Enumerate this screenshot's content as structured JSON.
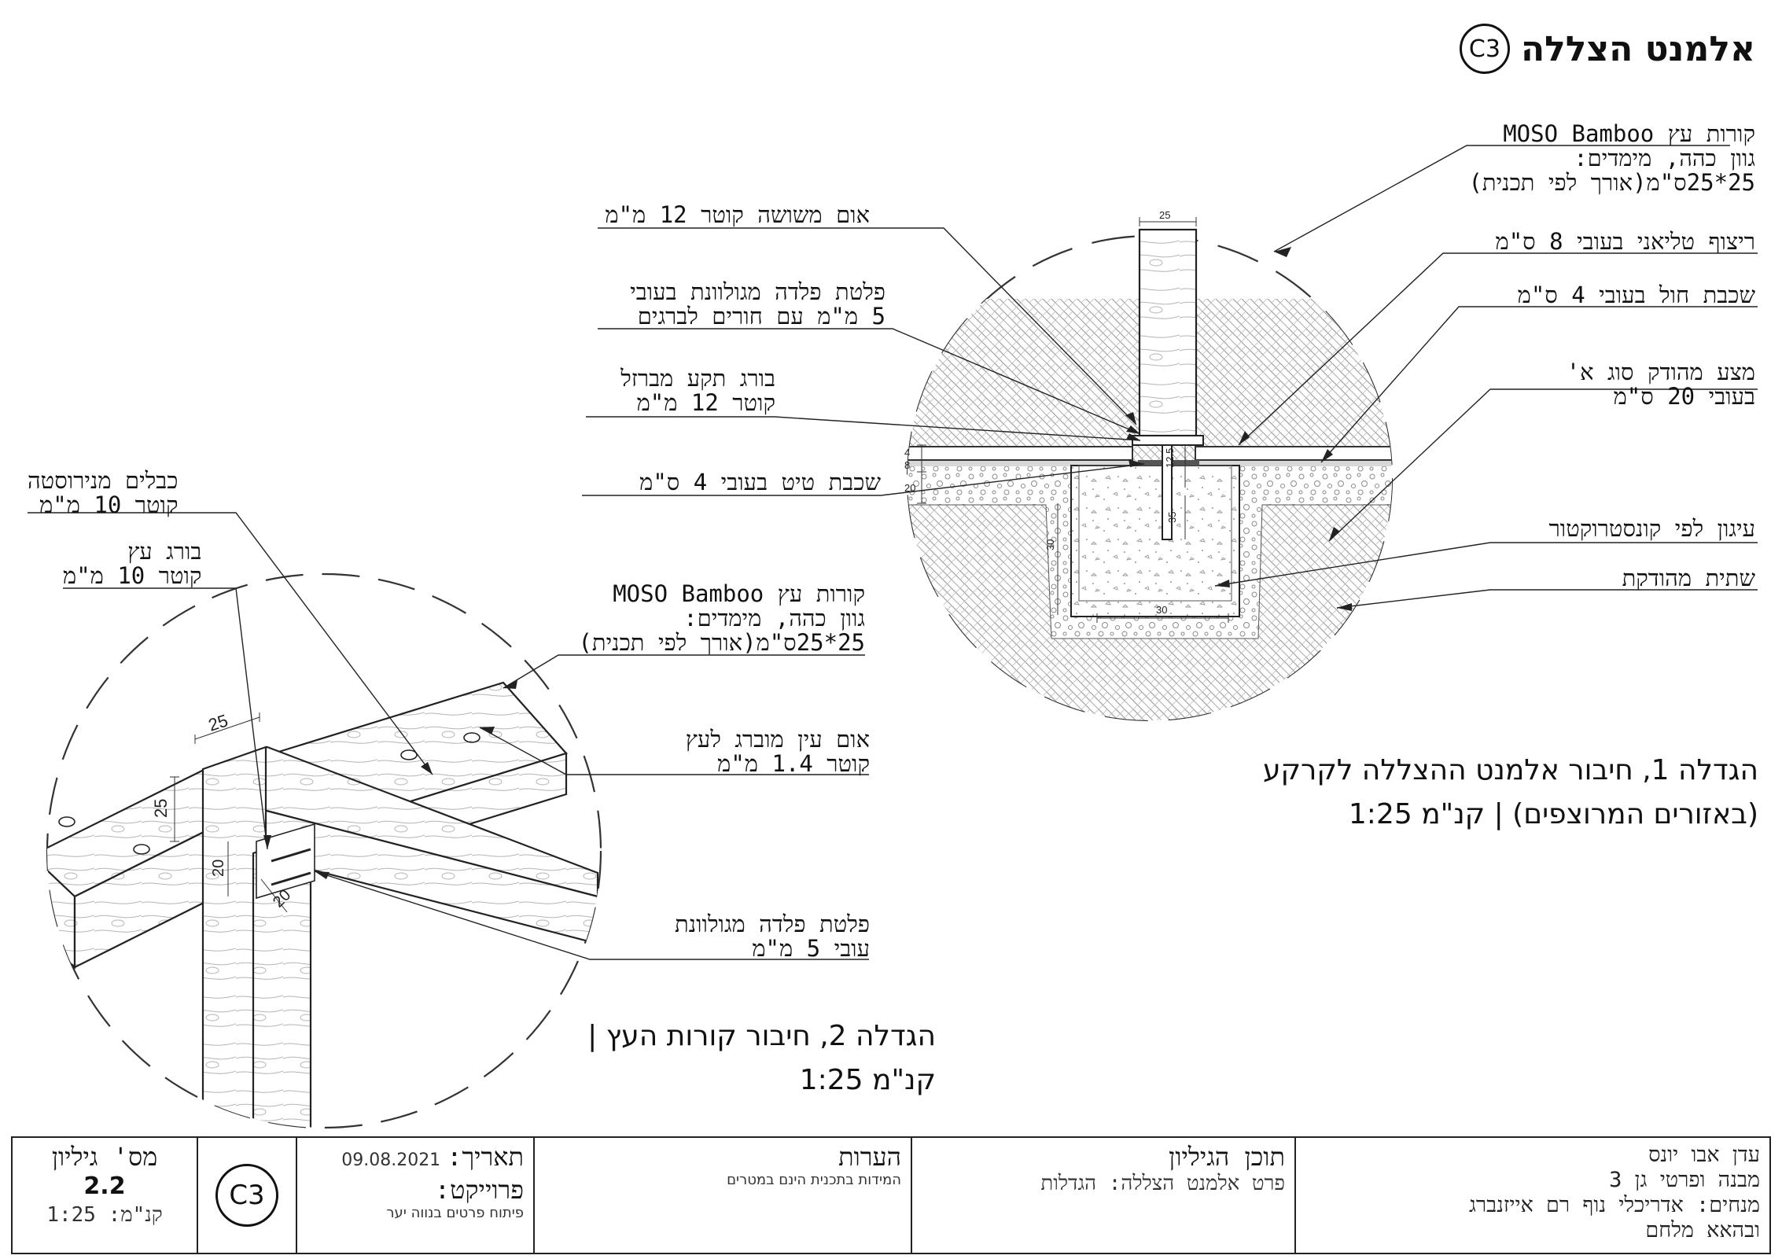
{
  "sheet": {
    "title": "אלמנט הצללה",
    "code": "C3"
  },
  "detail1": {
    "labels": [
      {
        "lines": [
          "קורות עץ MOSO Bamboo",
          "גוון כהה, מימדים:",
          "25*25ס\"מ(אורך לפי תכנית)"
        ]
      },
      {
        "lines": [
          "ריצוף טליאני בעובי 8 ס\"מ"
        ]
      },
      {
        "lines": [
          "שכבת חול בעובי 4 ס\"מ"
        ]
      },
      {
        "lines": [
          "מצע מהודק סוג א'",
          "בעובי 20 ס\"מ"
        ]
      },
      {
        "lines": [
          "עיגון לפי קונסטרוקטור"
        ]
      },
      {
        "lines": [
          "שתית מהודקת"
        ]
      },
      {
        "lines": [
          "אום משושה קוטר 12 מ\"מ"
        ]
      },
      {
        "lines": [
          "פלטת פלדה מגולוונת בעובי",
          "5 מ\"מ עם חורים לברגים"
        ]
      },
      {
        "lines": [
          "בורג תקע מברזל",
          "קוטר 12 מ\"מ"
        ]
      },
      {
        "lines": [
          "שכבת טיט בעובי 4 ס\"מ"
        ]
      }
    ],
    "dims": [
      "25",
      "4",
      "8",
      "20",
      "12.5",
      "35",
      "30",
      "30"
    ],
    "caption": [
      "הגדלה 1, חיבור אלמנט ההצללה לקרקע",
      "(באזורים המרוצפים) | קנ\"מ 1:25"
    ]
  },
  "detail2": {
    "labels": [
      {
        "lines": [
          "כבלים מנירוסטה",
          "קוטר 10 מ\"מ"
        ]
      },
      {
        "lines": [
          "בורג עץ",
          "קוטר 10 מ\"מ"
        ]
      },
      {
        "lines": [
          "קורות עץ MOSO Bamboo",
          "גוון כהה, מימדים:",
          "25*25ס\"מ(אורך לפי תכנית)"
        ]
      },
      {
        "lines": [
          "אום עין מוברג לעץ",
          "קוטר 1.4 מ\"מ"
        ]
      },
      {
        "lines": [
          "פלטת פלדה מגולוונת",
          "עובי 5 מ\"מ"
        ]
      }
    ],
    "dims": [
      "25",
      "25",
      "20",
      "20"
    ],
    "caption": [
      "הגדלה 2, חיבור קורות העץ |",
      "קנ\"מ 1:25"
    ]
  },
  "title_block": {
    "designer": {
      "lines": [
        "עדן אבו יונס",
        "מבנה ופרטי גן 3",
        "מנחים: אדריכלי נוף רם אייזנברג",
        "ובהאא מלחם"
      ]
    },
    "content": {
      "heading": "תוכן הגיליון",
      "value": "פרט אלמנט הצללה: הגדלות"
    },
    "notes": {
      "heading": "הערות",
      "value": "המידות בתכנית הינם במטרים"
    },
    "date": {
      "label": "תאריך:",
      "value": "09.08.2021"
    },
    "project": {
      "label": "פרוייקט:",
      "value": "פיתוח פרטים בנווה יער"
    },
    "code": "C3",
    "sheet_no": {
      "label": "מס' גיליון",
      "value": "2.2",
      "scale": "קנ\"מ: 1:25"
    }
  }
}
